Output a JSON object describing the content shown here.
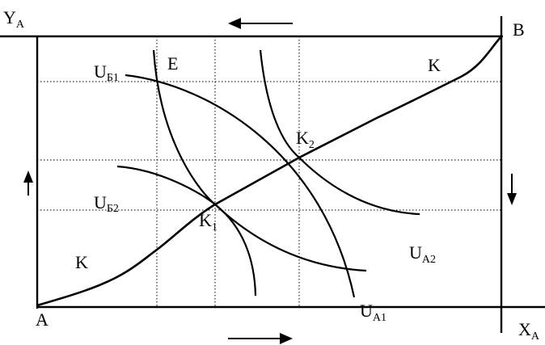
{
  "labels": {
    "ya_main": "Y",
    "ya_sub": "A",
    "xa_main": "X",
    "xa_sub": "A",
    "origin_a": "A",
    "corner_b": "B",
    "point_e": "E",
    "k_upper": "K",
    "k_lower": "K",
    "k1_main": "K",
    "k1_sub": "1",
    "k2_main": "K",
    "k2_sub": "2",
    "ub1_main": "U",
    "ub1_sub": "Б1",
    "ub2_main": "U",
    "ub2_sub": "Б2",
    "ua1_main": "U",
    "ua1_sub": "A1",
    "ua2_main": "U",
    "ua2_sub": "A2"
  }
}
